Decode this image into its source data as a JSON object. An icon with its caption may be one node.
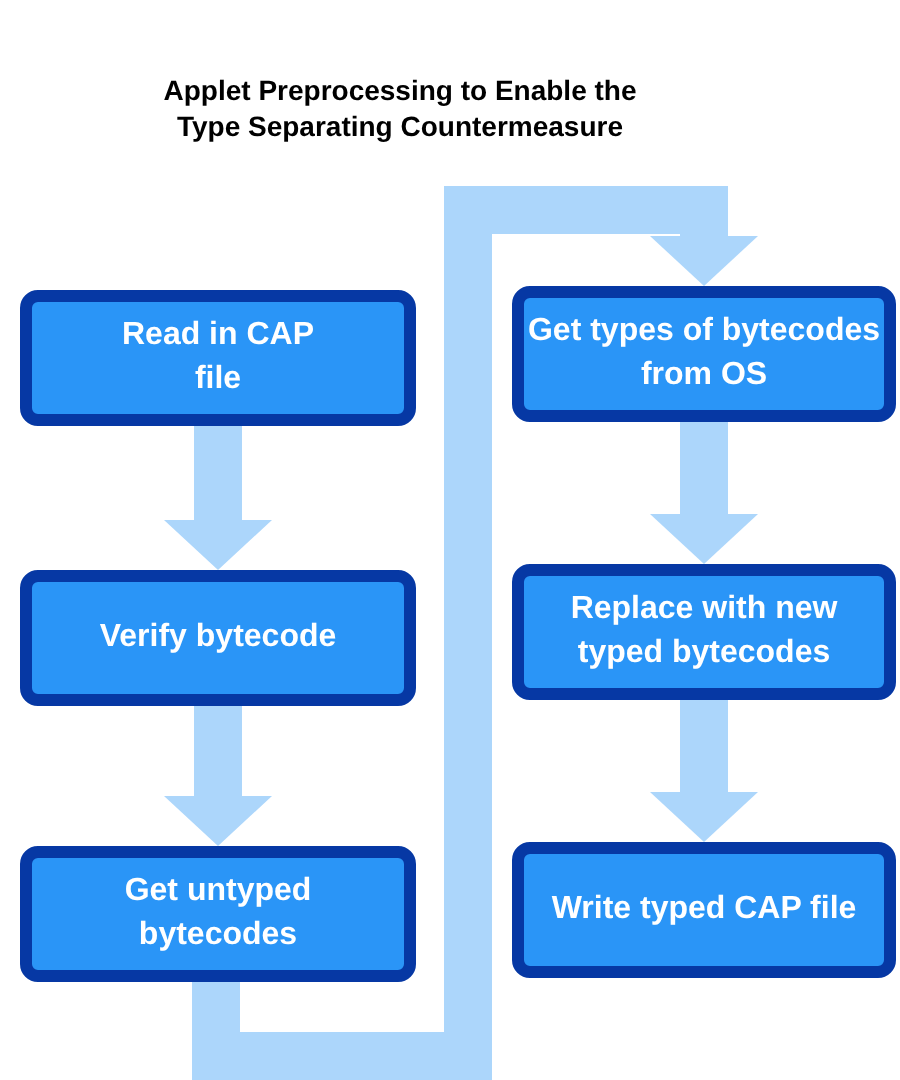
{
  "diagram": {
    "title": "Applet Preprocessing to Enable the Type Separating Countermeasure",
    "nodes": [
      {
        "text": [
          "Read in CAP file"
        ]
      },
      {
        "text": [
          "Verify bytecode"
        ]
      },
      {
        "text": [
          "Get untyped bytecodes"
        ]
      },
      {
        "text": [
          "Get types of bytecodes from OS"
        ]
      },
      {
        "text": [
          "Replace with new typed bytecodes"
        ]
      },
      {
        "text": [
          "Write typed CAP file"
        ]
      }
    ],
    "edges": [
      {
        "from": 0,
        "to": 1,
        "arrow": "to"
      },
      {
        "from": 1,
        "to": 2,
        "arrow": "to"
      },
      {
        "from": 2,
        "to": 3,
        "arrow": "to"
      },
      {
        "from": 3,
        "to": 4,
        "arrow": "to"
      },
      {
        "from": 4,
        "to": 5,
        "arrow": "to"
      }
    ]
  }
}
